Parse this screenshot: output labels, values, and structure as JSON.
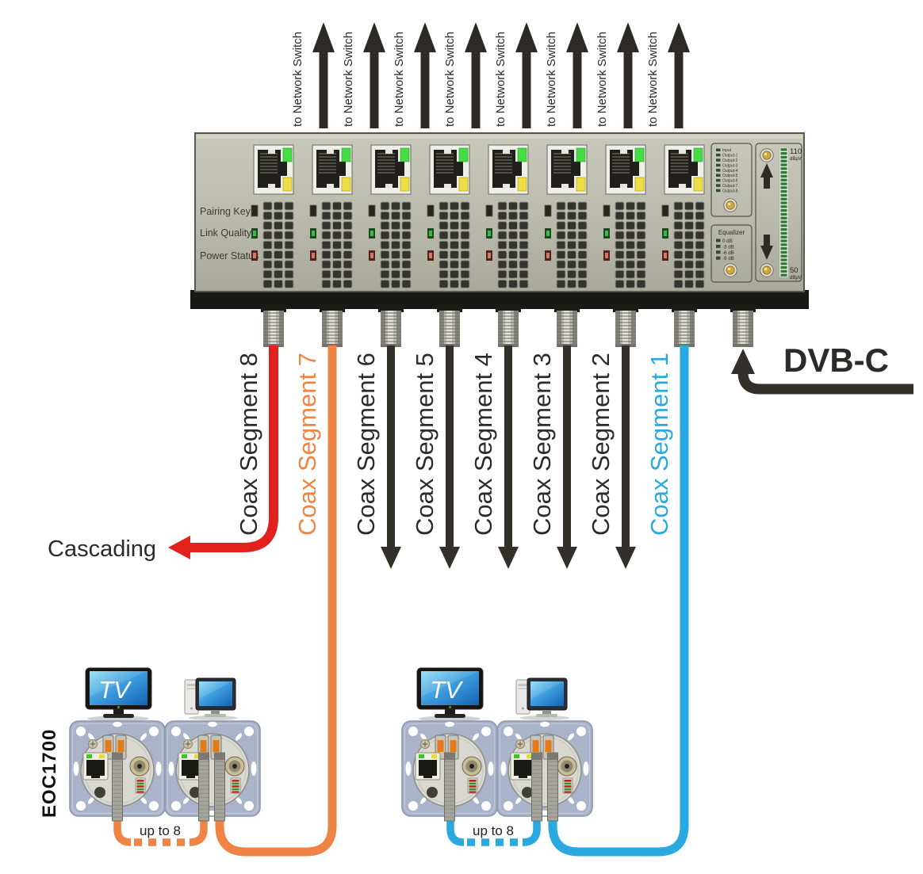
{
  "top": {
    "arrow_label": "to Network Switch"
  },
  "device": {
    "port_labels": {
      "pairing": "Pairing Key",
      "link": "Link Quality",
      "power": "Power Status"
    },
    "io_panel": {
      "leds": [
        "Input",
        "Output-1",
        "Output-2",
        "Output-3",
        "Output-4",
        "Output-5",
        "Output-6",
        "Output-7",
        "Output-8"
      ]
    },
    "equalizer": {
      "title": "Equalizer",
      "options": [
        "0 dB",
        "-3 dB",
        "-6 dB",
        "-9 dB"
      ]
    },
    "level_meter": {
      "max_value": "110",
      "min_value": "50",
      "unit": "dBµV",
      "bar_color": "#2d7a33"
    }
  },
  "segments": [
    {
      "label": "Coax Segment 8",
      "text_color": "#2b2b2b",
      "cable_color": "#e3211c"
    },
    {
      "label": "Coax Segment 7",
      "text_color": "#ef8444",
      "cable_color": "#ef8444"
    },
    {
      "label": "Coax Segment 6",
      "text_color": "#2b2b2b",
      "cable_color": "#332f2b"
    },
    {
      "label": "Coax Segment 5",
      "text_color": "#2b2b2b",
      "cable_color": "#332f2b"
    },
    {
      "label": "Coax Segment 4",
      "text_color": "#2b2b2b",
      "cable_color": "#332f2b"
    },
    {
      "label": "Coax Segment 3",
      "text_color": "#2b2b2b",
      "cable_color": "#332f2b"
    },
    {
      "label": "Coax Segment 2",
      "text_color": "#2b2b2b",
      "cable_color": "#332f2b"
    },
    {
      "label": "Coax Segment 1",
      "text_color": "#2aa9e1",
      "cable_color": "#2aa9e1"
    }
  ],
  "cascading": {
    "label": "Cascading"
  },
  "dvbc": {
    "label": "DVB-C",
    "color": "#332f2b"
  },
  "endpoints": {
    "model": "EOC1700",
    "tv_label": "TV",
    "up_to_label": "up to 8"
  }
}
